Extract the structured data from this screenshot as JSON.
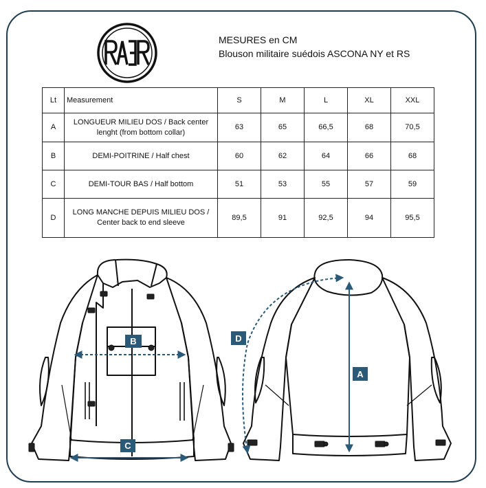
{
  "brand": {
    "logo_text": "RAER"
  },
  "heading": {
    "line1": "MESURES en CM",
    "line2": "Blouson militaire suédois ASCONA NY et RS"
  },
  "table": {
    "headers": [
      "Lt",
      "Measurement",
      "S",
      "M",
      "L",
      "XL",
      "XXL"
    ],
    "rows": [
      {
        "lt": "A",
        "measurement_line1": "LONGUEUR MILIEU DOS / Back center",
        "measurement_line2": "lenght (from bottom collar)",
        "values": [
          "63",
          "65",
          "66,5",
          "68",
          "70,5"
        ]
      },
      {
        "lt": "B",
        "measurement_line1": "DEMI-POITRINE / Half chest",
        "measurement_line2": "",
        "values": [
          "60",
          "62",
          "64",
          "66",
          "68"
        ]
      },
      {
        "lt": "C",
        "measurement_line1": "DEMI-TOUR BAS / Half bottom",
        "measurement_line2": "",
        "values": [
          "51",
          "53",
          "55",
          "57",
          "59"
        ]
      },
      {
        "lt": "D",
        "measurement_line1": "LONG MANCHE DEPUIS MILIEU DOS /",
        "measurement_line2": "Center back to end sleeve",
        "values": [
          "89,5",
          "91",
          "92,5",
          "94",
          "95,5"
        ]
      }
    ]
  },
  "diagram": {
    "labels": {
      "a": "A",
      "b": "B",
      "c": "C",
      "d": "D"
    },
    "colors": {
      "badge": "#2a5a78",
      "arrow": "#2a5a78",
      "line": "#111111",
      "frame": "#1e3d4f"
    }
  }
}
